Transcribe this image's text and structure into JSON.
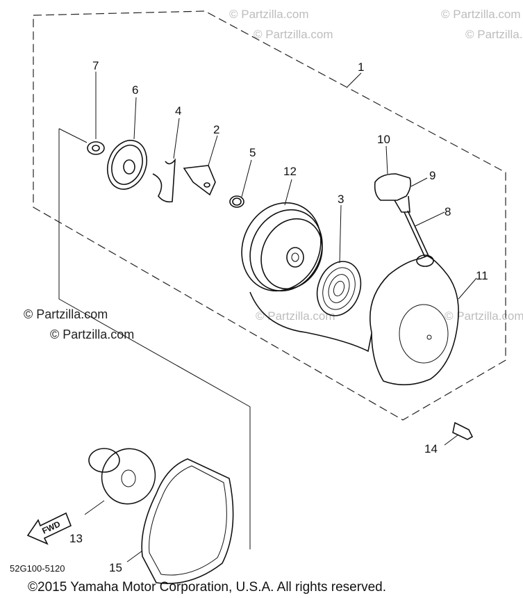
{
  "watermarks": {
    "top_center": "© Partzilla.com",
    "top_right": "© Partzilla.com",
    "left": "© Partzilla.com",
    "mid": "© Partzilla.com",
    "right": "© Partzilla.com"
  },
  "callouts": {
    "c1": "1",
    "c2": "2",
    "c3": "3",
    "c4": "4",
    "c5": "5",
    "c6": "6",
    "c7": "7",
    "c8": "8",
    "c9": "9",
    "c10": "10",
    "c11": "11",
    "c12": "12",
    "c13": "13",
    "c14": "14",
    "c15": "15"
  },
  "fwd_label": "FWD",
  "diagram_code": "52G100-5120",
  "copyright": "©2015 Yamaha Motor Corporation, U.S.A. All rights reserved."
}
